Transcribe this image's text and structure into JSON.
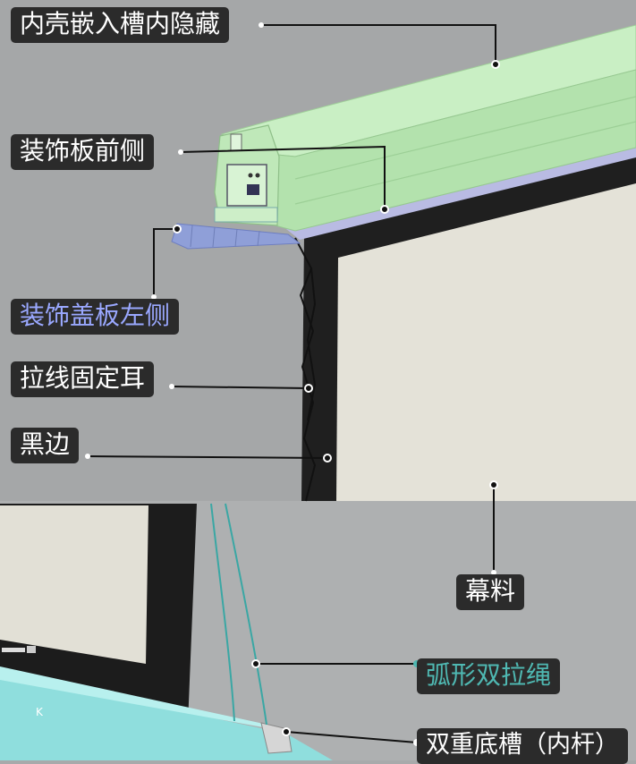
{
  "labels": {
    "inner_shell": "内壳嵌入槽内隐藏",
    "front_panel": "装饰板前侧",
    "left_cover": "装饰盖板左侧",
    "wire_ear": "拉线固定耳",
    "black_border": "黑边",
    "screen_fabric": "幕料",
    "arc_cord": "弧形双拉绳",
    "bottom_bar": "双重底槽（内杆）"
  },
  "colors": {
    "background": "#a8aaab",
    "housing_green": "#b5e3b0",
    "cover_blue": "#8f9fd8",
    "black_border": "#1f1f1f",
    "screen": "#e4e2d8",
    "bottom_bar_cyan": "#8fdedd",
    "label_bg": "#2b2b2b",
    "label_text_white": "#ffffff",
    "label_text_blue": "#9aa8ff",
    "label_text_teal": "#4fb8b2"
  },
  "icons": [
    "callout-dot-icon",
    "control-panel-icon"
  ]
}
